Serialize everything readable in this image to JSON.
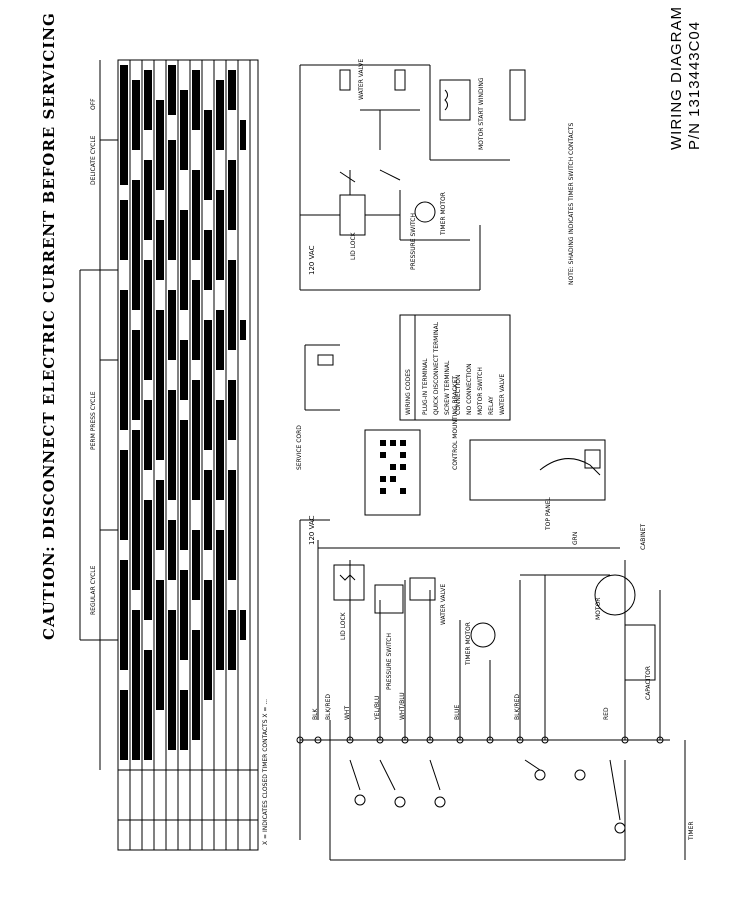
{
  "caution": "CAUTION: DISCONNECT ELECTRIC CURRENT BEFORE SERVICING",
  "title": {
    "line1": "WIRING DIAGRAM",
    "line2": "P/N 1313443C04"
  },
  "timer_chart": {
    "header": "TIMER",
    "cycles": [
      "REGULAR CYCLE",
      "PERM PRESS CYCLE",
      "DELICATE CYCLE"
    ],
    "off": "OFF",
    "note": "X = INDICATES CLOSED TIMER CONTACTS X = ..."
  },
  "schematic_upper": {
    "voltage": "120 VAC",
    "note": "NOTE: SHADING INDICATES TIMER SWITCH CONTACTS",
    "components": [
      "WATER VALVE",
      "MOTOR START WINDING",
      "LID LOCK",
      "PRESSURE SWITCH",
      "TIMER MOTOR"
    ]
  },
  "wiring_codes": {
    "title": "WIRING CODES",
    "items": [
      "PLUG-IN TERMINAL",
      "QUICK DISCONNECT TERMINAL",
      "SCREW TERMINAL",
      "CONNECTION",
      "NO CONNECTION",
      "MOTOR SWITCH",
      "RELAY",
      "WATER VALVE"
    ]
  },
  "schematic_lower": {
    "voltage": "120 VAC",
    "service_cord": "SERVICE CORD",
    "labels": [
      "LID LOCK",
      "PRESSURE SWITCH",
      "WATER VALVE",
      "TIMER MOTOR",
      "MOTOR",
      "CAPACITOR",
      "CONTROL MOUNTING BRACKET",
      "TOP PANEL",
      "CABINET",
      "TIMER"
    ],
    "wires": [
      "BLK",
      "BLK/RED",
      "WHT",
      "YEL/BLU",
      "WHT/BLU",
      "BLUE",
      "RED",
      "BLK/RED",
      "GRN"
    ]
  }
}
